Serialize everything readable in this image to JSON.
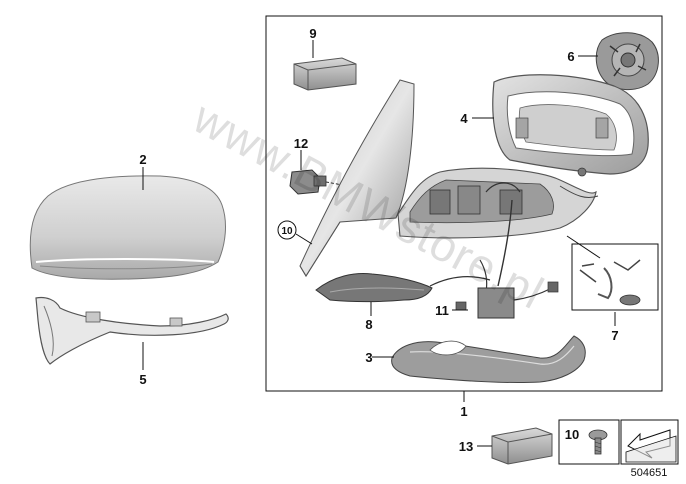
{
  "diagram_number": "504651",
  "watermark": "www.BMWstore.pl",
  "callouts": {
    "p1": "1",
    "p2": "2",
    "p3": "3",
    "p4": "4",
    "p5": "5",
    "p6": "6",
    "p7": "7",
    "p8": "8",
    "p9": "9",
    "p10_circled": "10",
    "p10_legend": "10",
    "p11": "11",
    "p12": "12",
    "p13": "13"
  }
}
